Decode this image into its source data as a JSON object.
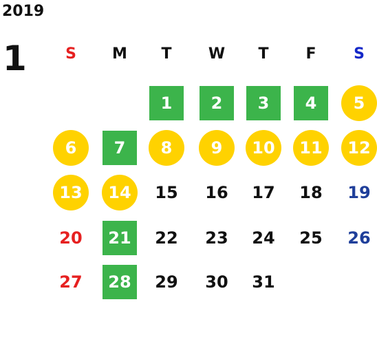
{
  "year": "2019",
  "month": "1",
  "colors": {
    "green_highlight": "#3cb44b",
    "yellow_highlight": "#ffd200",
    "sunday": "#e62020",
    "saturday": "#1f3f9a",
    "saturday_header": "#1428c8",
    "weekday": "#111111"
  },
  "weekdays": [
    "S",
    "M",
    "T",
    "W",
    "T",
    "F",
    "S"
  ],
  "days": [
    {
      "n": "1",
      "style": "green"
    },
    {
      "n": "2",
      "style": "green"
    },
    {
      "n": "3",
      "style": "green"
    },
    {
      "n": "4",
      "style": "green"
    },
    {
      "n": "5",
      "style": "yellow"
    },
    {
      "n": "6",
      "style": "yellow"
    },
    {
      "n": "7",
      "style": "green"
    },
    {
      "n": "8",
      "style": "yellow"
    },
    {
      "n": "9",
      "style": "yellow"
    },
    {
      "n": "10",
      "style": "yellow"
    },
    {
      "n": "11",
      "style": "yellow"
    },
    {
      "n": "12",
      "style": "yellow"
    },
    {
      "n": "13",
      "style": "yellow"
    },
    {
      "n": "14",
      "style": "yellow"
    },
    {
      "n": "15",
      "style": "plain"
    },
    {
      "n": "16",
      "style": "plain"
    },
    {
      "n": "17",
      "style": "plain"
    },
    {
      "n": "18",
      "style": "plain"
    },
    {
      "n": "19",
      "style": "saturday"
    },
    {
      "n": "20",
      "style": "sunday"
    },
    {
      "n": "21",
      "style": "green"
    },
    {
      "n": "22",
      "style": "plain"
    },
    {
      "n": "23",
      "style": "plain"
    },
    {
      "n": "24",
      "style": "plain"
    },
    {
      "n": "25",
      "style": "plain"
    },
    {
      "n": "26",
      "style": "saturday"
    },
    {
      "n": "27",
      "style": "sunday"
    },
    {
      "n": "28",
      "style": "green"
    },
    {
      "n": "29",
      "style": "plain"
    },
    {
      "n": "30",
      "style": "plain"
    },
    {
      "n": "31",
      "style": "plain"
    }
  ]
}
